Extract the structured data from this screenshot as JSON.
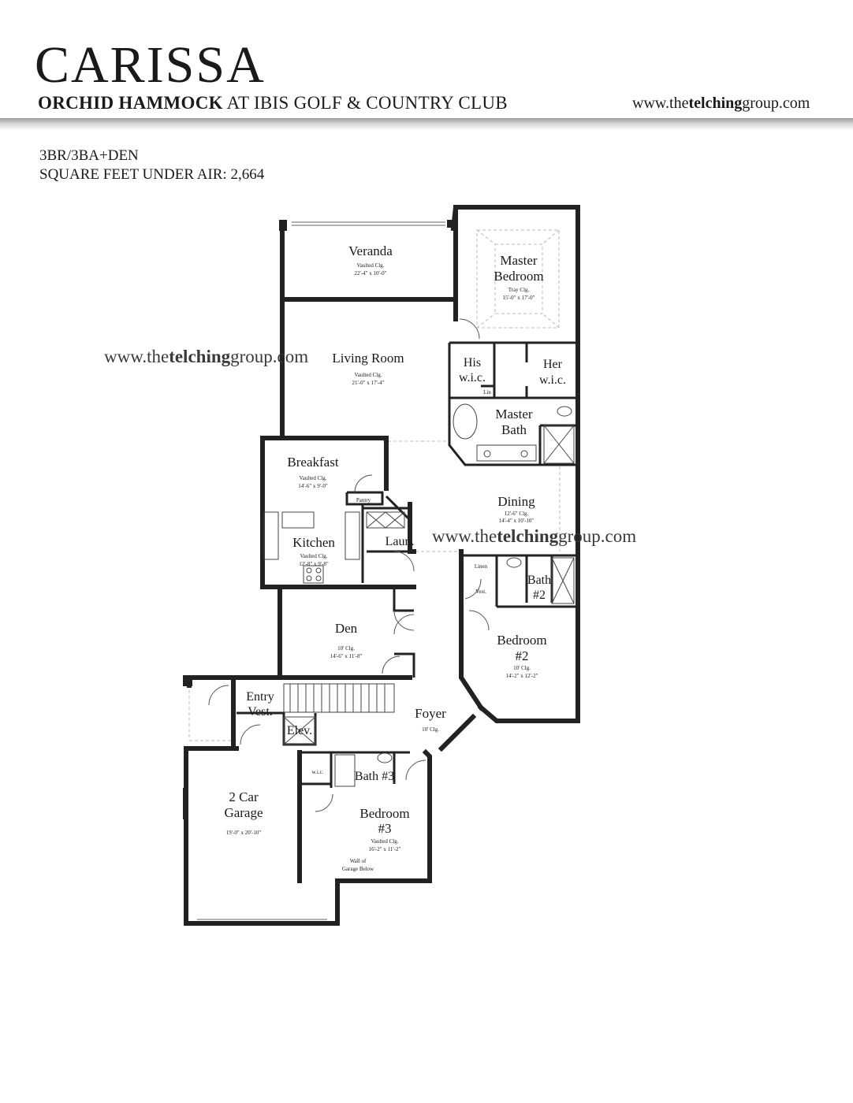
{
  "header": {
    "title": "CARISSA",
    "subtitle_bold": "ORCHID HAMMOCK",
    "subtitle_rest": " AT IBIS GOLF & COUNTRY CLUB",
    "site_prefix": "www.the",
    "site_bold": "telching",
    "site_suffix": "group.com"
  },
  "specs": {
    "beds_baths": "3BR/3BA+DEN",
    "square_feet": "SQUARE FEET UNDER AIR: 2,664"
  },
  "watermark": {
    "prefix": "www.the",
    "bold": "telching",
    "suffix": "group.com"
  },
  "rooms": {
    "veranda": {
      "name": "Veranda",
      "ceiling": "Vaulted Clg.",
      "size": "22'-4\" x 10'-0\""
    },
    "master_bedroom": {
      "name1": "Master",
      "name2": "Bedroom",
      "ceiling": "Tray Clg.",
      "size": "15'-0\" x 17'-0\""
    },
    "living_room": {
      "name": "Living Room",
      "ceiling": "Vaulted Clg.",
      "size": "21'-0\" x 17'-4\""
    },
    "his_wic": {
      "name1": "His",
      "name2": "w.i.c."
    },
    "her_wic": {
      "name1": "Her",
      "name2": "w.i.c."
    },
    "lin": {
      "name": "Lin"
    },
    "master_bath": {
      "name1": "Master",
      "name2": "Bath"
    },
    "breakfast": {
      "name": "Breakfast",
      "ceiling": "Vaulted Clg.",
      "size": "14'-6\" x 9'-0\""
    },
    "pantry": {
      "name": "Pantry"
    },
    "dining": {
      "name": "Dining",
      "ceiling": "12'-6\" Clg.",
      "size": "14'-4\" x 10'-10\""
    },
    "kitchen": {
      "name": "Kitchen",
      "ceiling": "Vaulted Clg.",
      "size": "12'-8\" x 9'-8\""
    },
    "laundry": {
      "name": "Laun."
    },
    "linen": {
      "name": "Linen"
    },
    "vest": {
      "name": "Vest."
    },
    "bath2": {
      "name1": "Bath",
      "name2": "#2"
    },
    "den": {
      "name": "Den",
      "ceiling": "10' Clg.",
      "size": "14'-6\" x 11'-8\""
    },
    "bedroom2": {
      "name1": "Bedroom",
      "name2": "#2",
      "ceiling": "10' Clg.",
      "size": "14'-2\" x 12'-2\""
    },
    "entry_vest": {
      "name1": "Entry",
      "name2": "Vest."
    },
    "elev": {
      "name": "Elev."
    },
    "foyer": {
      "name": "Foyer",
      "ceiling": "10' Clg."
    },
    "wic3": {
      "name": "w.i.c."
    },
    "bath3": {
      "name": "Bath #3"
    },
    "garage": {
      "name1": "2 Car",
      "name2": "Garage",
      "size": "19'-0\" x 20'-10\""
    },
    "bedroom3": {
      "name1": "Bedroom",
      "name2": "#3",
      "ceiling": "Vaulted Clg.",
      "size": "16'-2\" x 11'-2\"",
      "note1": "Wall of",
      "note2": "Garage Below"
    }
  }
}
